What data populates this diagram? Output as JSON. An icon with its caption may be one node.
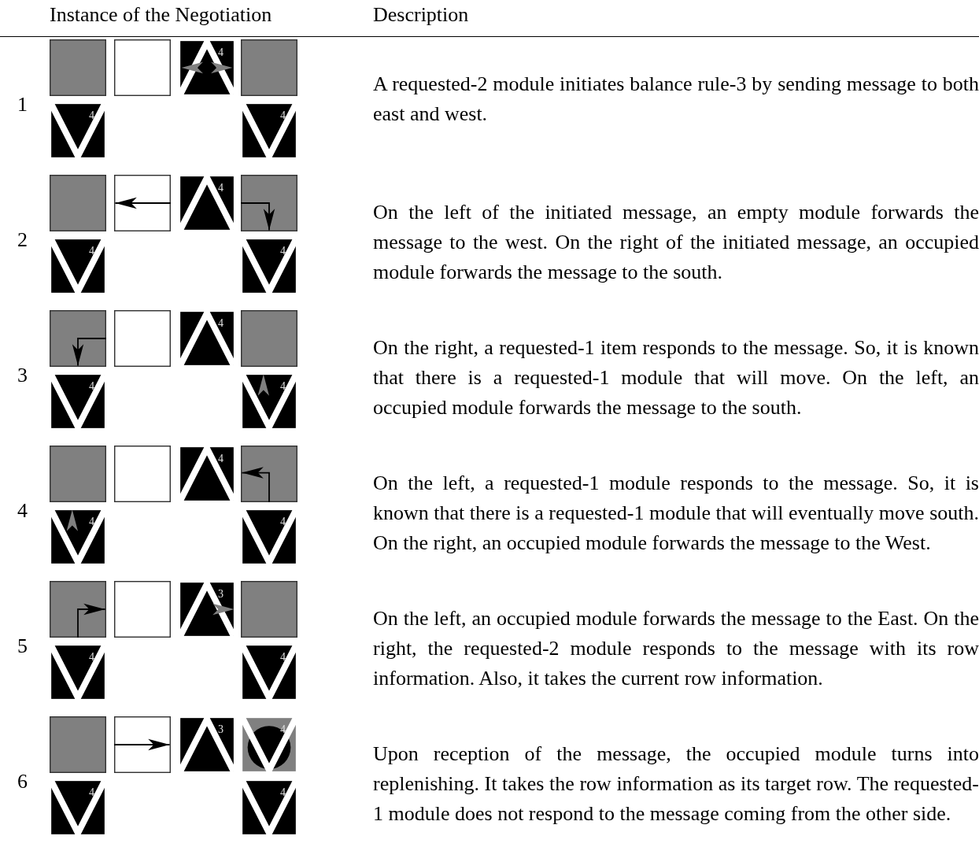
{
  "diagram": {
    "labels": [
      "Instance of the Negotiation",
      "Description",
      "1",
      "4",
      "4",
      "4",
      "A requested-2 module initiates balance rule-3 by sending message to both east and west.",
      "2",
      "4",
      "4",
      "4",
      "On the left of the initiated message, an empty module forwards the message to the west. On the right of the initiated message, an occupied module forwards the message to the south.",
      "3",
      "4",
      "4",
      "4",
      "On the right, a requested-1 item responds to the message. So, it is known that there is a requested-1 module that will move. On the left, an occupied module forwards the message to the south.",
      "4",
      "4",
      "4",
      "4",
      "On the left, a requested-1 module responds to the message. So, it is known that there is a requested-1 module that will eventually move south. On the right, an occupied module forwards the message to the West.",
      "5",
      "3",
      "4",
      "4",
      "On the left, an occupied module forwards the message to the East. On the right, the requested-2 module responds to the message with its row information. Also, it takes the current row information.",
      "6",
      "3",
      "4",
      "4",
      "4",
      "Upon reception of the message, the occupied module turns into replenishing. It takes the row information as its target row. The requested-1 module does not respond to the message coming from the other side."
    ]
  }
}
